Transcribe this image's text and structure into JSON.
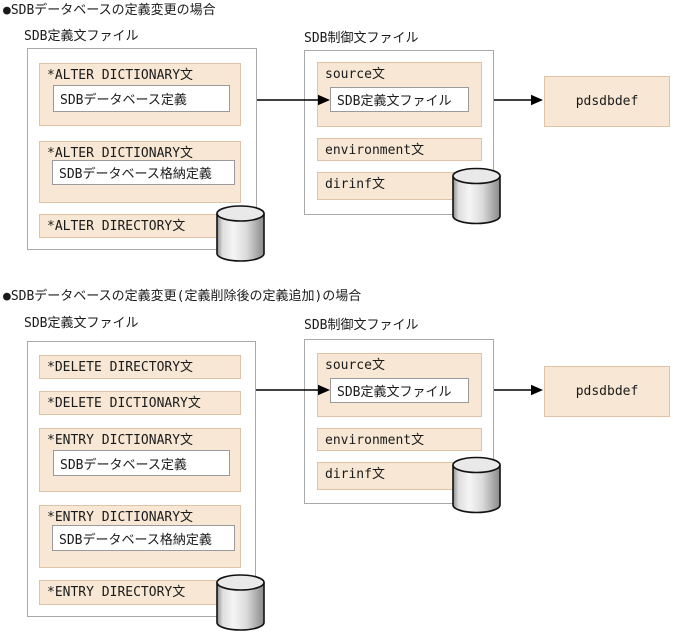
{
  "colors": {
    "item_fill": "#f7e7d4",
    "item_border": "#dfc3a4",
    "box_border": "#a9a9a9",
    "nested_border": "#9a9a9a",
    "arrow": "#000000",
    "cylinder_light": "#f5f5f5",
    "cylinder_dark": "#8f8f8f"
  },
  "section1": {
    "heading": "●SDBデータベースの定義変更の場合",
    "def_file": {
      "label": "SDB定義文ファイル",
      "items": [
        {
          "label": "*ALTER DICTIONARY文",
          "nested": "SDBデータベース定義"
        },
        {
          "label": "*ALTER DICTIONARY文",
          "nested": "SDBデータベース格納定義"
        },
        {
          "label": "*ALTER DIRECTORY文"
        }
      ]
    },
    "ctrl_file": {
      "label": "SDB制御文ファイル",
      "source_label": "source文",
      "source_nested": "SDB定義文ファイル",
      "environment_label": "environment文",
      "dirinf_label": "dirinf文"
    },
    "command": "pdsdbdef"
  },
  "section2": {
    "heading": "●SDBデータベースの定義変更(定義削除後の定義追加)の場合",
    "def_file": {
      "label": "SDB定義文ファイル",
      "items": [
        {
          "label": "*DELETE DIRECTORY文"
        },
        {
          "label": "*DELETE DICTIONARY文"
        },
        {
          "label": "*ENTRY DICTIONARY文",
          "nested": "SDBデータベース定義"
        },
        {
          "label": "*ENTRY DICTIONARY文",
          "nested": "SDBデータベース格納定義"
        },
        {
          "label": "*ENTRY DIRECTORY文"
        }
      ]
    },
    "ctrl_file": {
      "label": "SDB制御文ファイル",
      "source_label": "source文",
      "source_nested": "SDB定義文ファイル",
      "environment_label": "environment文",
      "dirinf_label": "dirinf文"
    },
    "command": "pdsdbdef"
  }
}
